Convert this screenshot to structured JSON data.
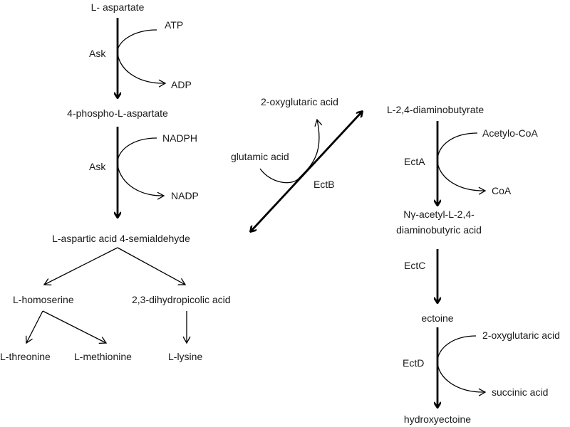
{
  "diagram": {
    "type": "metabolic-pathway",
    "left_pathway": {
      "nodes": {
        "aspartate": "L- aspartate",
        "phospho_aspartate": "4-phospho-L-aspartate",
        "semialdehyde": "L-aspartic acid 4-semialdehyde",
        "homoserine": "L-homoserine",
        "dihydropicolic": "2,3-dihydropicolic acid",
        "threonine": "L-threonine",
        "methionine": "L-methionine",
        "lysine": "L-lysine"
      },
      "steps": [
        {
          "enzyme": "Ask",
          "cofactor_in": "ATP",
          "cofactor_out": "ADP"
        },
        {
          "enzyme": "Ask",
          "cofactor_in": "NADPH",
          "cofactor_out": "NADP"
        }
      ]
    },
    "middle_step": {
      "enzyme": "EctB",
      "cofactor_in": "glutamic acid",
      "cofactor_out": "2-oxyglutaric acid",
      "direction": "bidirectional"
    },
    "right_pathway": {
      "nodes": {
        "diaminobutyrate": "L-2,4-diaminobutyrate",
        "acetyl_line1": "Nγ-acetyl-L-2,4-",
        "acetyl_line2": "diaminobutyric acid",
        "ectoine": "ectoine",
        "hydroxyectoine": "hydroxyectoine"
      },
      "steps": [
        {
          "enzyme": "EctA",
          "cofactor_in": "Acetylo-CoA",
          "cofactor_out": "CoA"
        },
        {
          "enzyme": "EctC"
        },
        {
          "enzyme": "EctD",
          "cofactor_in": "2-oxyglutaric acid",
          "cofactor_out": "succinic acid"
        }
      ]
    }
  }
}
